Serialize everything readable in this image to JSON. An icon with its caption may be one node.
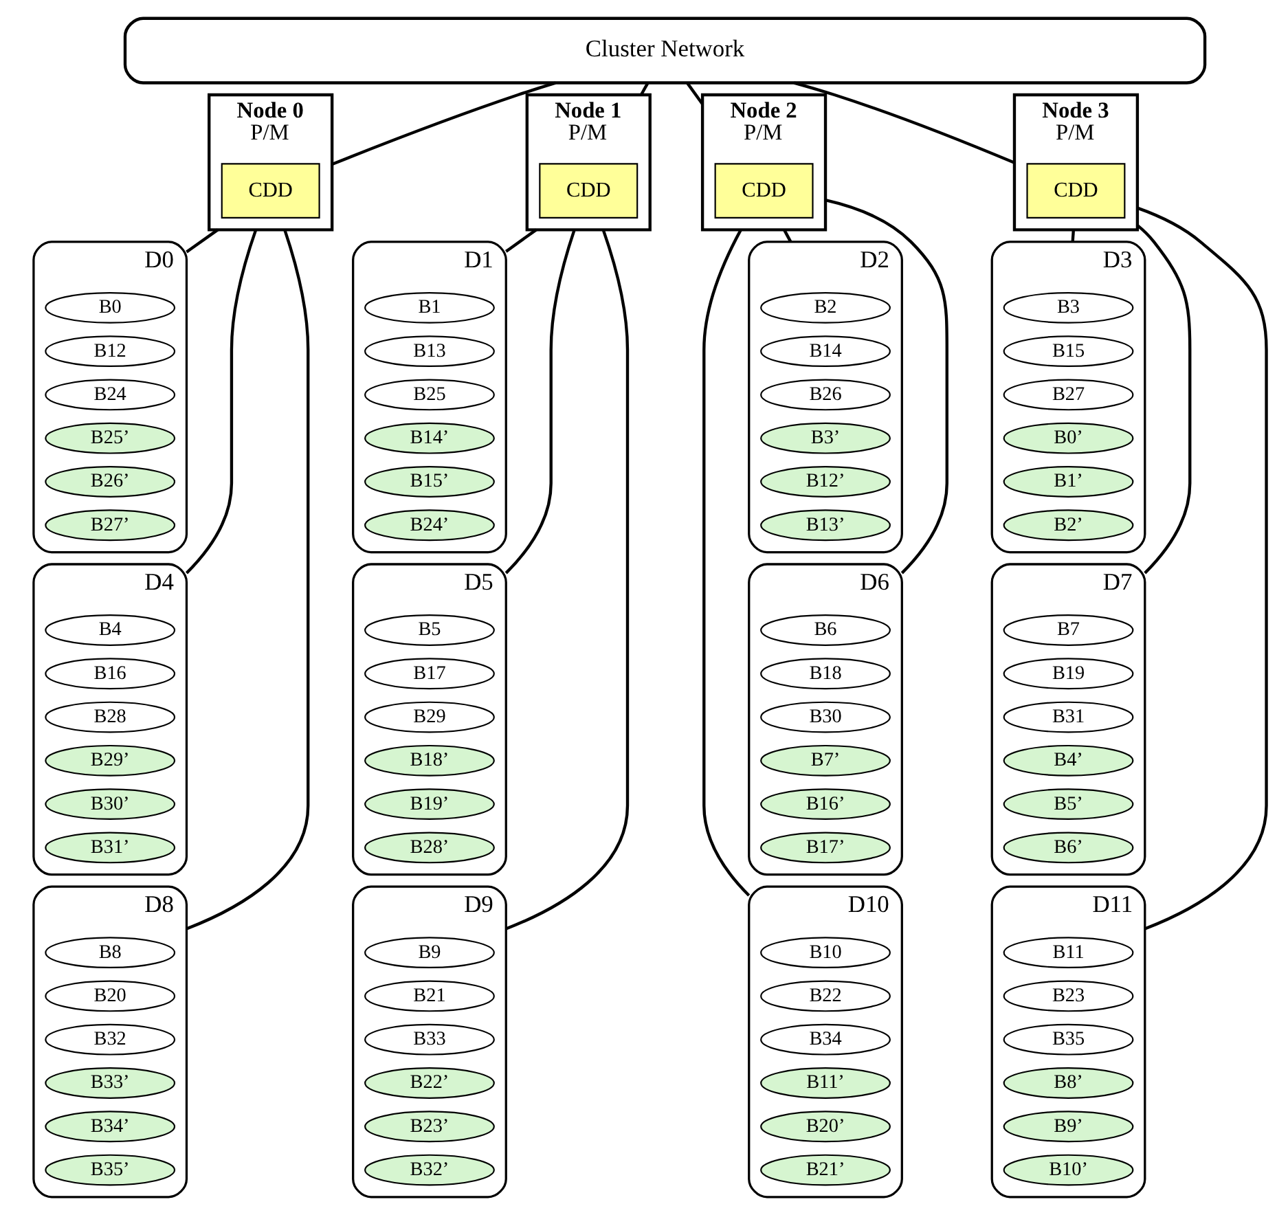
{
  "diagram": {
    "nodes": [
      {
        "text": [
          "Cluster Network"
        ]
      },
      {
        "text": [
          "P/M"
        ],
        "beside": [
          "Node 0"
        ]
      },
      {
        "text": [
          "CDD"
        ],
        "in": 1
      },
      {
        "text": [
          "P/M"
        ],
        "beside": [
          "Node 1"
        ]
      },
      {
        "text": [
          "CDD"
        ],
        "in": 3
      },
      {
        "text": [
          "P/M"
        ],
        "beside": [
          "Node 2"
        ]
      },
      {
        "text": [
          "CDD"
        ],
        "in": 5
      },
      {
        "text": [
          "P/M"
        ],
        "beside": [
          "Node 3"
        ]
      },
      {
        "text": [
          "CDD"
        ],
        "in": 7
      },
      {
        "text": [
          "D0"
        ]
      },
      {
        "text": [
          "B0"
        ],
        "in": 9
      },
      {
        "text": [
          "B12"
        ],
        "in": 9
      },
      {
        "text": [
          "B24"
        ],
        "in": 9
      },
      {
        "text": [
          "B25’"
        ],
        "in": 9
      },
      {
        "text": [
          "B26’"
        ],
        "in": 9
      },
      {
        "text": [
          "B27’"
        ],
        "in": 9
      },
      {
        "text": [
          "D1"
        ]
      },
      {
        "text": [
          "B1"
        ],
        "in": 16
      },
      {
        "text": [
          "B13"
        ],
        "in": 16
      },
      {
        "text": [
          "B25"
        ],
        "in": 16
      },
      {
        "text": [
          "B14’"
        ],
        "in": 16
      },
      {
        "text": [
          "B15’"
        ],
        "in": 16
      },
      {
        "text": [
          "B24’"
        ],
        "in": 16
      },
      {
        "text": [
          "D2"
        ]
      },
      {
        "text": [
          "B2"
        ],
        "in": 23
      },
      {
        "text": [
          "B14"
        ],
        "in": 23
      },
      {
        "text": [
          "B26"
        ],
        "in": 23
      },
      {
        "text": [
          "B3’"
        ],
        "in": 23
      },
      {
        "text": [
          "B12’"
        ],
        "in": 23
      },
      {
        "text": [
          "B13’"
        ],
        "in": 23
      },
      {
        "text": [
          "D3"
        ]
      },
      {
        "text": [
          "B3"
        ],
        "in": 30
      },
      {
        "text": [
          "B15"
        ],
        "in": 30
      },
      {
        "text": [
          "B27"
        ],
        "in": 30
      },
      {
        "text": [
          "B0’"
        ],
        "in": 30
      },
      {
        "text": [
          "B1’"
        ],
        "in": 30
      },
      {
        "text": [
          "B2’"
        ],
        "in": 30
      },
      {
        "text": [
          "D4"
        ]
      },
      {
        "text": [
          "B4"
        ],
        "in": 37
      },
      {
        "text": [
          "B16"
        ],
        "in": 37
      },
      {
        "text": [
          "B28"
        ],
        "in": 37
      },
      {
        "text": [
          "B29’"
        ],
        "in": 37
      },
      {
        "text": [
          "B30’"
        ],
        "in": 37
      },
      {
        "text": [
          "B31’"
        ],
        "in": 37
      },
      {
        "text": [
          "D5"
        ]
      },
      {
        "text": [
          "B5"
        ],
        "in": 44
      },
      {
        "text": [
          "B17"
        ],
        "in": 44
      },
      {
        "text": [
          "B29"
        ],
        "in": 44
      },
      {
        "text": [
          "B18’"
        ],
        "in": 44
      },
      {
        "text": [
          "B19’"
        ],
        "in": 44
      },
      {
        "text": [
          "B28’"
        ],
        "in": 44
      },
      {
        "text": [
          "D6"
        ]
      },
      {
        "text": [
          "B6"
        ],
        "in": 51
      },
      {
        "text": [
          "B18"
        ],
        "in": 51
      },
      {
        "text": [
          "B30"
        ],
        "in": 51
      },
      {
        "text": [
          "B7’"
        ],
        "in": 51
      },
      {
        "text": [
          "B16’"
        ],
        "in": 51
      },
      {
        "text": [
          "B17’"
        ],
        "in": 51
      },
      {
        "text": [
          "D7"
        ]
      },
      {
        "text": [
          "B7"
        ],
        "in": 58
      },
      {
        "text": [
          "B19"
        ],
        "in": 58
      },
      {
        "text": [
          "B31"
        ],
        "in": 58
      },
      {
        "text": [
          "B4’"
        ],
        "in": 58
      },
      {
        "text": [
          "B5’"
        ],
        "in": 58
      },
      {
        "text": [
          "B6’"
        ],
        "in": 58
      },
      {
        "text": [
          "D8"
        ]
      },
      {
        "text": [
          "B8"
        ],
        "in": 65
      },
      {
        "text": [
          "B20"
        ],
        "in": 65
      },
      {
        "text": [
          "B32"
        ],
        "in": 65
      },
      {
        "text": [
          "B33’"
        ],
        "in": 65
      },
      {
        "text": [
          "B34’"
        ],
        "in": 65
      },
      {
        "text": [
          "B35’"
        ],
        "in": 65
      },
      {
        "text": [
          "D9"
        ]
      },
      {
        "text": [
          "B9"
        ],
        "in": 72
      },
      {
        "text": [
          "B21"
        ],
        "in": 72
      },
      {
        "text": [
          "B33"
        ],
        "in": 72
      },
      {
        "text": [
          "B22’"
        ],
        "in": 72
      },
      {
        "text": [
          "B23’"
        ],
        "in": 72
      },
      {
        "text": [
          "B32’"
        ],
        "in": 72
      },
      {
        "text": [
          "D10"
        ]
      },
      {
        "text": [
          "B10"
        ],
        "in": 79
      },
      {
        "text": [
          "B22"
        ],
        "in": 79
      },
      {
        "text": [
          "B34"
        ],
        "in": 79
      },
      {
        "text": [
          "B11’"
        ],
        "in": 79
      },
      {
        "text": [
          "B20’"
        ],
        "in": 79
      },
      {
        "text": [
          "B21’"
        ],
        "in": 79
      },
      {
        "text": [
          "D11"
        ]
      },
      {
        "text": [
          "B11"
        ],
        "in": 86
      },
      {
        "text": [
          "B23"
        ],
        "in": 86
      },
      {
        "text": [
          "B35"
        ],
        "in": 86
      },
      {
        "text": [
          "B8’"
        ],
        "in": 86
      },
      {
        "text": [
          "B9’"
        ],
        "in": 86
      },
      {
        "text": [
          "B10’"
        ],
        "in": 86
      }
    ],
    "edges": [
      {
        "from": 0,
        "to": 1,
        "arrow": "none"
      },
      {
        "from": 0,
        "to": 3,
        "arrow": "none"
      },
      {
        "from": 0,
        "to": 5,
        "arrow": "none"
      },
      {
        "from": 0,
        "to": 7,
        "arrow": "none"
      },
      {
        "from": 1,
        "to": 9,
        "arrow": "none"
      },
      {
        "from": 3,
        "to": 16,
        "arrow": "none"
      },
      {
        "from": 5,
        "to": 23,
        "arrow": "none"
      },
      {
        "from": 7,
        "to": 30,
        "arrow": "none"
      },
      {
        "from": 1,
        "to": 37,
        "arrow": "none"
      },
      {
        "from": 3,
        "to": 44,
        "arrow": "none"
      },
      {
        "from": 5,
        "to": 51,
        "arrow": "none"
      },
      {
        "from": 7,
        "to": 58,
        "arrow": "none"
      },
      {
        "from": 1,
        "to": 65,
        "arrow": "none"
      },
      {
        "from": 3,
        "to": 72,
        "arrow": "none"
      },
      {
        "from": 5,
        "to": 79,
        "arrow": "none"
      },
      {
        "from": 7,
        "to": 86,
        "arrow": "none"
      }
    ]
  }
}
